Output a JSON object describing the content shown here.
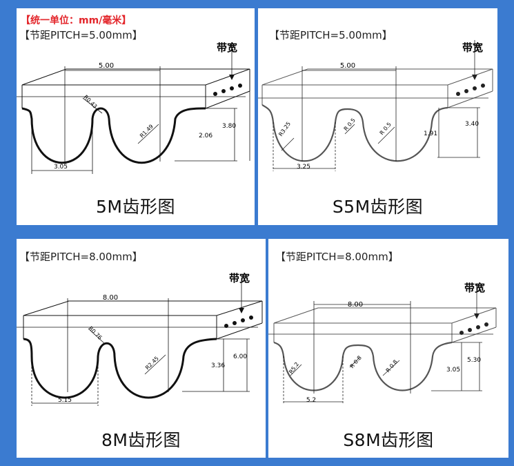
{
  "unit_note": "【统一单位：mm/毫米】",
  "panels": [
    {
      "id": "p1",
      "pitch_label": "【节距PITCH=5.00mm】",
      "belt_width_label": "带宽",
      "dims": {
        "pitch": "5.00",
        "radius_top": "R0.43",
        "radius_bottom": "R1.49",
        "tooth_height": "2.06",
        "total_height": "3.80",
        "tooth_width": "3.05"
      },
      "caption": "5M齿形图"
    },
    {
      "id": "p2",
      "pitch_label": "【节距PITCH=5.00mm】",
      "belt_width_label": "带宽",
      "dims": {
        "pitch": "5.00",
        "radius_left": "R3.25",
        "radius_mid1": "R 0.5",
        "radius_mid2": "R 0.5",
        "tooth_height": "1.91",
        "total_height": "3.40",
        "tooth_width": "3.25"
      },
      "caption": "S5M齿形图"
    },
    {
      "id": "p3",
      "pitch_label": "【节距PITCH=8.00mm】",
      "belt_width_label": "带宽",
      "dims": {
        "pitch": "8.00",
        "radius_top": "R0.76",
        "radius_bottom": "R2.45",
        "tooth_height": "3.36",
        "total_height": "6.00",
        "tooth_width": "5.15"
      },
      "caption": "8M齿形图"
    },
    {
      "id": "p4",
      "pitch_label": "【节距PITCH=8.00mm】",
      "belt_width_label": "带宽",
      "dims": {
        "pitch": "8.00",
        "radius_left": "R5.2",
        "radius_mid1": "R 0.8",
        "radius_mid2": "R 0.8",
        "tooth_height": "3.05",
        "total_height": "5.30",
        "tooth_width": "5.2"
      },
      "caption": "S8M齿形图"
    }
  ]
}
